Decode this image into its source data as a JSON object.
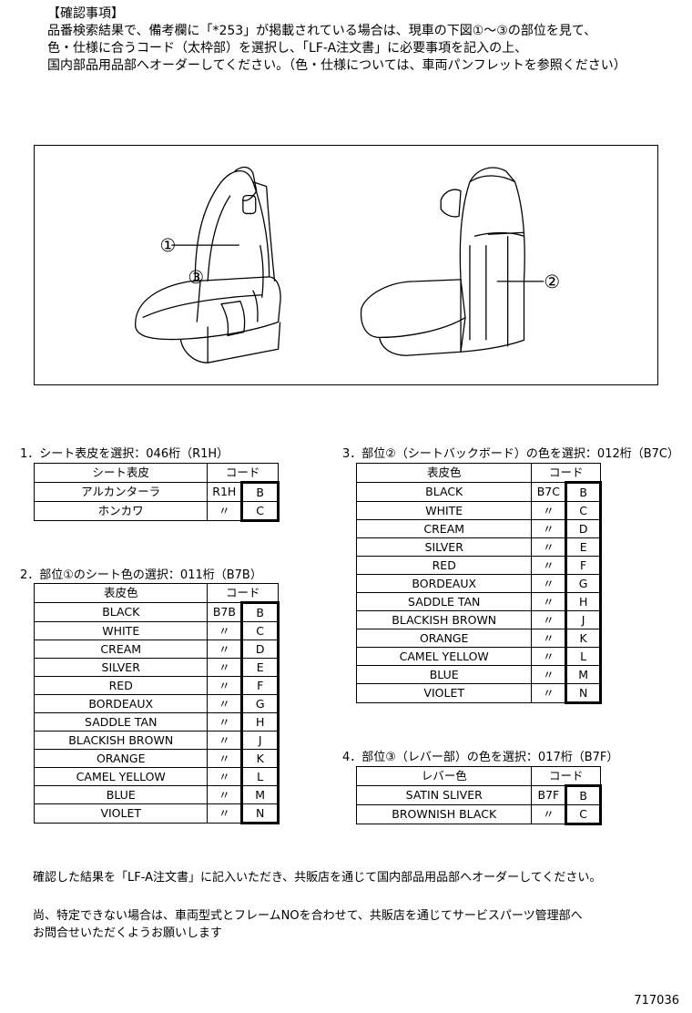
{
  "header": {
    "title": "【確認事項】",
    "lines": [
      "品番検索結果で、備考欄に「*253」が掲載されている場合は、現車の下図①～③の部位を見て、",
      "色・仕様に合うコード（太枠部）を選択し、「LF-A注文書」に必要事項を記入の上、",
      "国内部品用品部へオーダーしてください。（色・仕様については、車両パンフレットを参照ください）"
    ]
  },
  "figure": {
    "callout1": "①",
    "callout2": "②",
    "callout3": "③"
  },
  "section1": {
    "title": "1．シート表皮を選択：046桁（R1H）",
    "head_name": "シート表皮",
    "head_code": "コード",
    "rows": [
      {
        "name": "アルカンターラ",
        "prefix": "R1H",
        "code": "B"
      },
      {
        "name": "ホンカワ",
        "prefix": "〃",
        "code": "C"
      }
    ]
  },
  "section2": {
    "title": "2．部位①のシート色の選択：011桁（B7B）",
    "head_name": "表皮色",
    "head_code": "コード",
    "rows": [
      {
        "name": "BLACK",
        "prefix": "B7B",
        "code": "B"
      },
      {
        "name": "WHITE",
        "prefix": "〃",
        "code": "C"
      },
      {
        "name": "CREAM",
        "prefix": "〃",
        "code": "D"
      },
      {
        "name": "SILVER",
        "prefix": "〃",
        "code": "E"
      },
      {
        "name": "RED",
        "prefix": "〃",
        "code": "F"
      },
      {
        "name": "BORDEAUX",
        "prefix": "〃",
        "code": "G"
      },
      {
        "name": "SADDLE TAN",
        "prefix": "〃",
        "code": "H"
      },
      {
        "name": "BLACKISH BROWN",
        "prefix": "〃",
        "code": "J"
      },
      {
        "name": "ORANGE",
        "prefix": "〃",
        "code": "K"
      },
      {
        "name": "CAMEL YELLOW",
        "prefix": "〃",
        "code": "L"
      },
      {
        "name": "BLUE",
        "prefix": "〃",
        "code": "M"
      },
      {
        "name": "VIOLET",
        "prefix": "〃",
        "code": "N"
      }
    ]
  },
  "section3": {
    "title": "3．部位②（シートバックボード）の色を選択：012桁（B7C）",
    "head_name": "表皮色",
    "head_code": "コード",
    "rows": [
      {
        "name": "BLACK",
        "prefix": "B7C",
        "code": "B"
      },
      {
        "name": "WHITE",
        "prefix": "〃",
        "code": "C"
      },
      {
        "name": "CREAM",
        "prefix": "〃",
        "code": "D"
      },
      {
        "name": "SILVER",
        "prefix": "〃",
        "code": "E"
      },
      {
        "name": "RED",
        "prefix": "〃",
        "code": "F"
      },
      {
        "name": "BORDEAUX",
        "prefix": "〃",
        "code": "G"
      },
      {
        "name": "SADDLE TAN",
        "prefix": "〃",
        "code": "H"
      },
      {
        "name": "BLACKISH BROWN",
        "prefix": "〃",
        "code": "J"
      },
      {
        "name": "ORANGE",
        "prefix": "〃",
        "code": "K"
      },
      {
        "name": "CAMEL YELLOW",
        "prefix": "〃",
        "code": "L"
      },
      {
        "name": "BLUE",
        "prefix": "〃",
        "code": "M"
      },
      {
        "name": "VIOLET",
        "prefix": "〃",
        "code": "N"
      }
    ]
  },
  "section4": {
    "title": "4．部位③（レバー部）の色を選択：017桁（B7F）",
    "head_name": "レバー色",
    "head_code": "コード",
    "rows": [
      {
        "name": "SATIN SLIVER",
        "prefix": "B7F",
        "code": "B"
      },
      {
        "name": "BROWNISH BLACK",
        "prefix": "〃",
        "code": "C"
      }
    ]
  },
  "footer": {
    "line1": "確認した結果を「LF-A注文書」に記入いただき、共販店を通じて国内部品用品部へオーダーしてください。",
    "line2": "尚、特定できない場合は、車両型式とフレームNOを合わせて、共販店を通じてサービスパーツ管理部へ",
    "line3": "お問合せいただくようお願いします",
    "doc_number": "717036"
  }
}
